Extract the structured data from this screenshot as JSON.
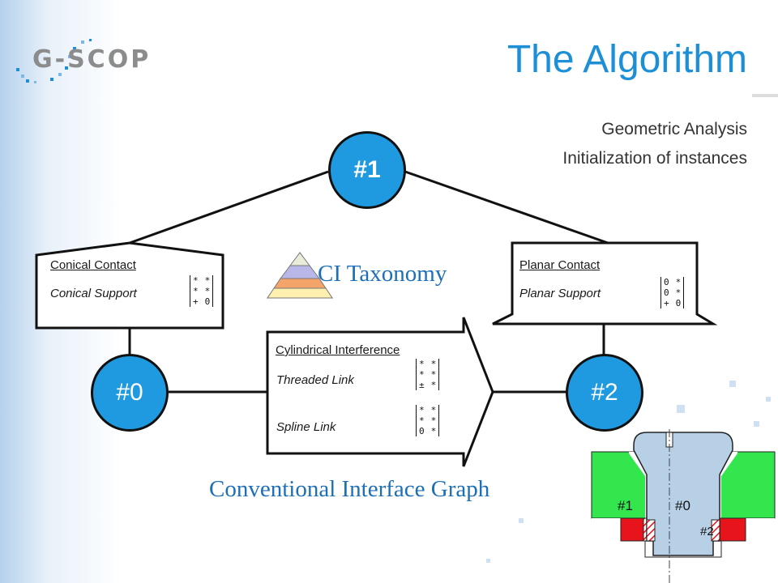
{
  "header": {
    "title": "The Algorithm",
    "logo_text": "G-SCOP"
  },
  "subtitles": [
    "Geometric Analysis",
    "Initialization of instances"
  ],
  "nodes": {
    "n1": "#1",
    "n0": "#0",
    "n2": "#2"
  },
  "conical_box": {
    "heading": "Conical Contact",
    "item": "Conical Support",
    "matrix": [
      [
        "*",
        "*"
      ],
      [
        "*",
        "*"
      ],
      [
        "+",
        "0"
      ]
    ]
  },
  "planar_box": {
    "heading": "Planar Contact",
    "item": "Planar Support",
    "matrix": [
      [
        "0",
        "*"
      ],
      [
        "0",
        "*"
      ],
      [
        "+",
        "0"
      ]
    ]
  },
  "cylindrical_box": {
    "heading": "Cylindrical Interference",
    "items": [
      {
        "label": "Threaded Link",
        "matrix": [
          [
            "*",
            "*"
          ],
          [
            "*",
            "*"
          ],
          [
            "±",
            "*"
          ]
        ]
      },
      {
        "label": "Spline Link",
        "matrix": [
          [
            "*",
            "*"
          ],
          [
            "*",
            "*"
          ],
          [
            "0",
            "*"
          ]
        ]
      }
    ]
  },
  "ci_taxonomy_label": "CI Taxonomy",
  "graph_caption": "Conventional  Interface Graph",
  "drawing_labels": {
    "a": "#1",
    "b": "#0",
    "c": "#2"
  },
  "colors": {
    "accent": "#1c8fd6",
    "node_fill": "#1f9ae0",
    "green": "#33e64d",
    "red": "#e8141c",
    "grey_part": "#b8d0e6"
  }
}
